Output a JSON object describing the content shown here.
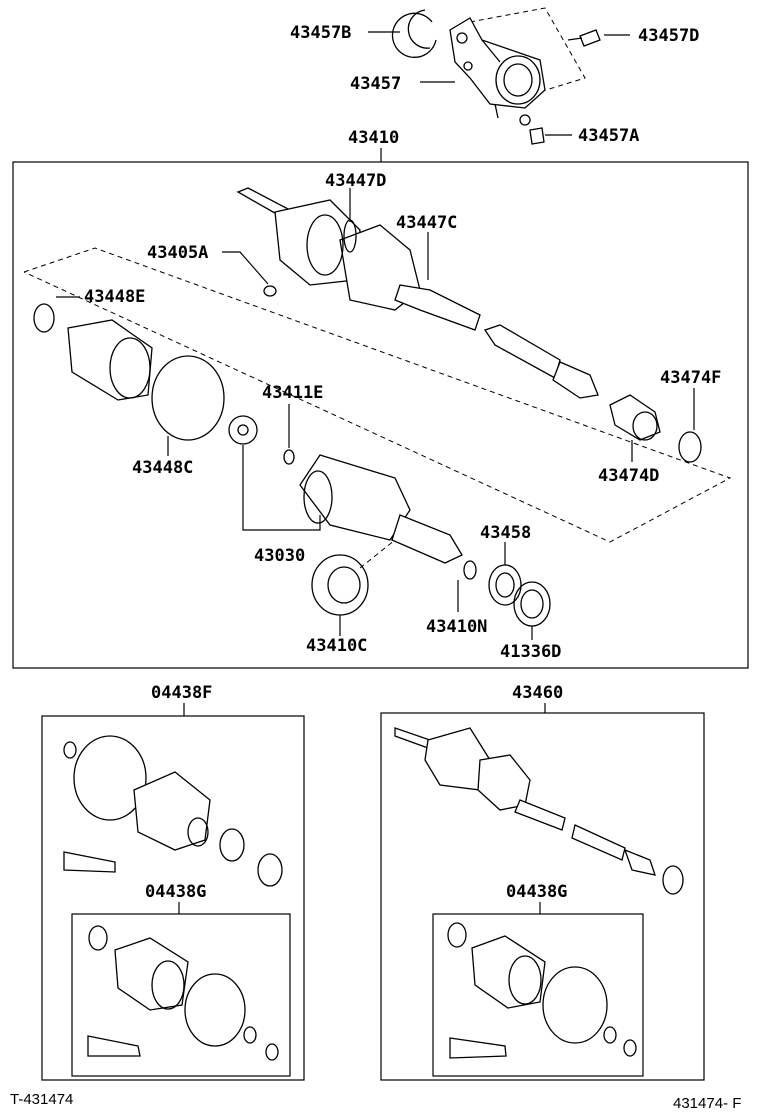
{
  "labels": {
    "p43457B": "43457B",
    "p43457D": "43457D",
    "p43457": "43457",
    "p43457A": "43457A",
    "p43410": "43410",
    "p43447D": "43447D",
    "p43447C": "43447C",
    "p43405A": "43405A",
    "p43448E": "43448E",
    "p43411E": "43411E",
    "p43474F": "43474F",
    "p43448C": "43448C",
    "p43474D": "43474D",
    "p43458": "43458",
    "p43030": "43030",
    "p43410N": "43410N",
    "p43410C": "43410C",
    "p41336D": "41336D",
    "p04438F": "04438F",
    "p43460": "43460",
    "p04438G_left": "04438G",
    "p04438G_right": "04438G"
  },
  "footer": {
    "left": "T-431474",
    "right": "431474- F"
  }
}
